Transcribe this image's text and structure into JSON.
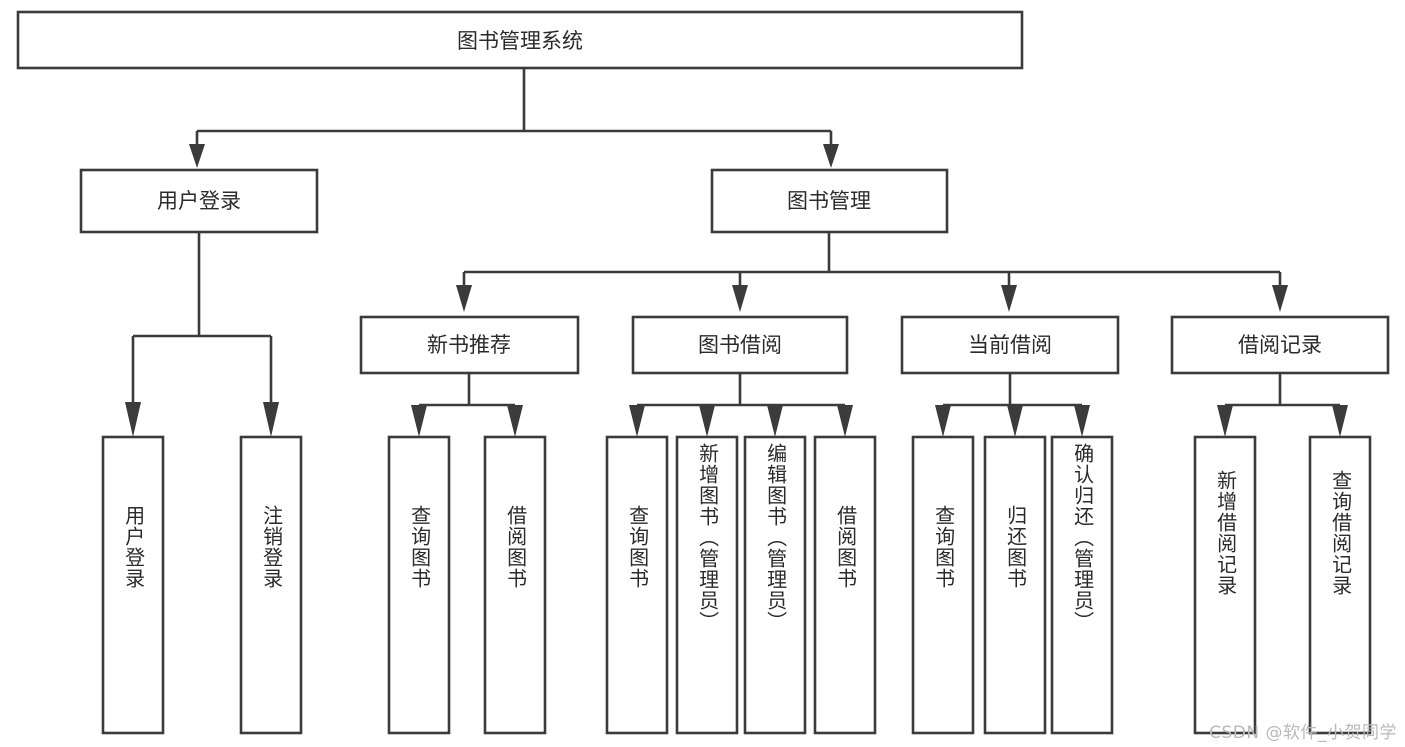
{
  "diagram": {
    "type": "tree-hierarchy-chart",
    "title": "图书管理系统",
    "orientation": "top-down",
    "colors": {
      "box_stroke": "#3b3b3b",
      "box_fill": "#ffffff",
      "connector": "#3b3b3b",
      "text": "#2b2b2b",
      "watermark": "#b9b9b9",
      "background": "#ffffff"
    },
    "root": {
      "label": "图书管理系统"
    },
    "level2": [
      {
        "label": "用户登录"
      },
      {
        "label": "图书管理"
      }
    ],
    "level3": [
      {
        "label": "新书推荐"
      },
      {
        "label": "图书借阅"
      },
      {
        "label": "当前借阅"
      },
      {
        "label": "借阅记录"
      }
    ],
    "leaves": {
      "user_login": [
        {
          "label": "用户登录"
        },
        {
          "label": "注销登录"
        }
      ],
      "new_book_recommend": [
        {
          "label": "查询图书"
        },
        {
          "label": "借阅图书"
        }
      ],
      "book_borrow": [
        {
          "label": "查询图书"
        },
        {
          "label": "新增图书（管理员）"
        },
        {
          "label": "编辑图书（管理员）"
        },
        {
          "label": "借阅图书"
        }
      ],
      "current_borrow": [
        {
          "label": "查询图书"
        },
        {
          "label": "归还图书"
        },
        {
          "label": "确认归还（管理员）"
        }
      ],
      "borrow_record": [
        {
          "label": "新增借阅记录"
        },
        {
          "label": "查询借阅记录"
        }
      ]
    },
    "watermark": "CSDN @软件_小贺同学"
  }
}
